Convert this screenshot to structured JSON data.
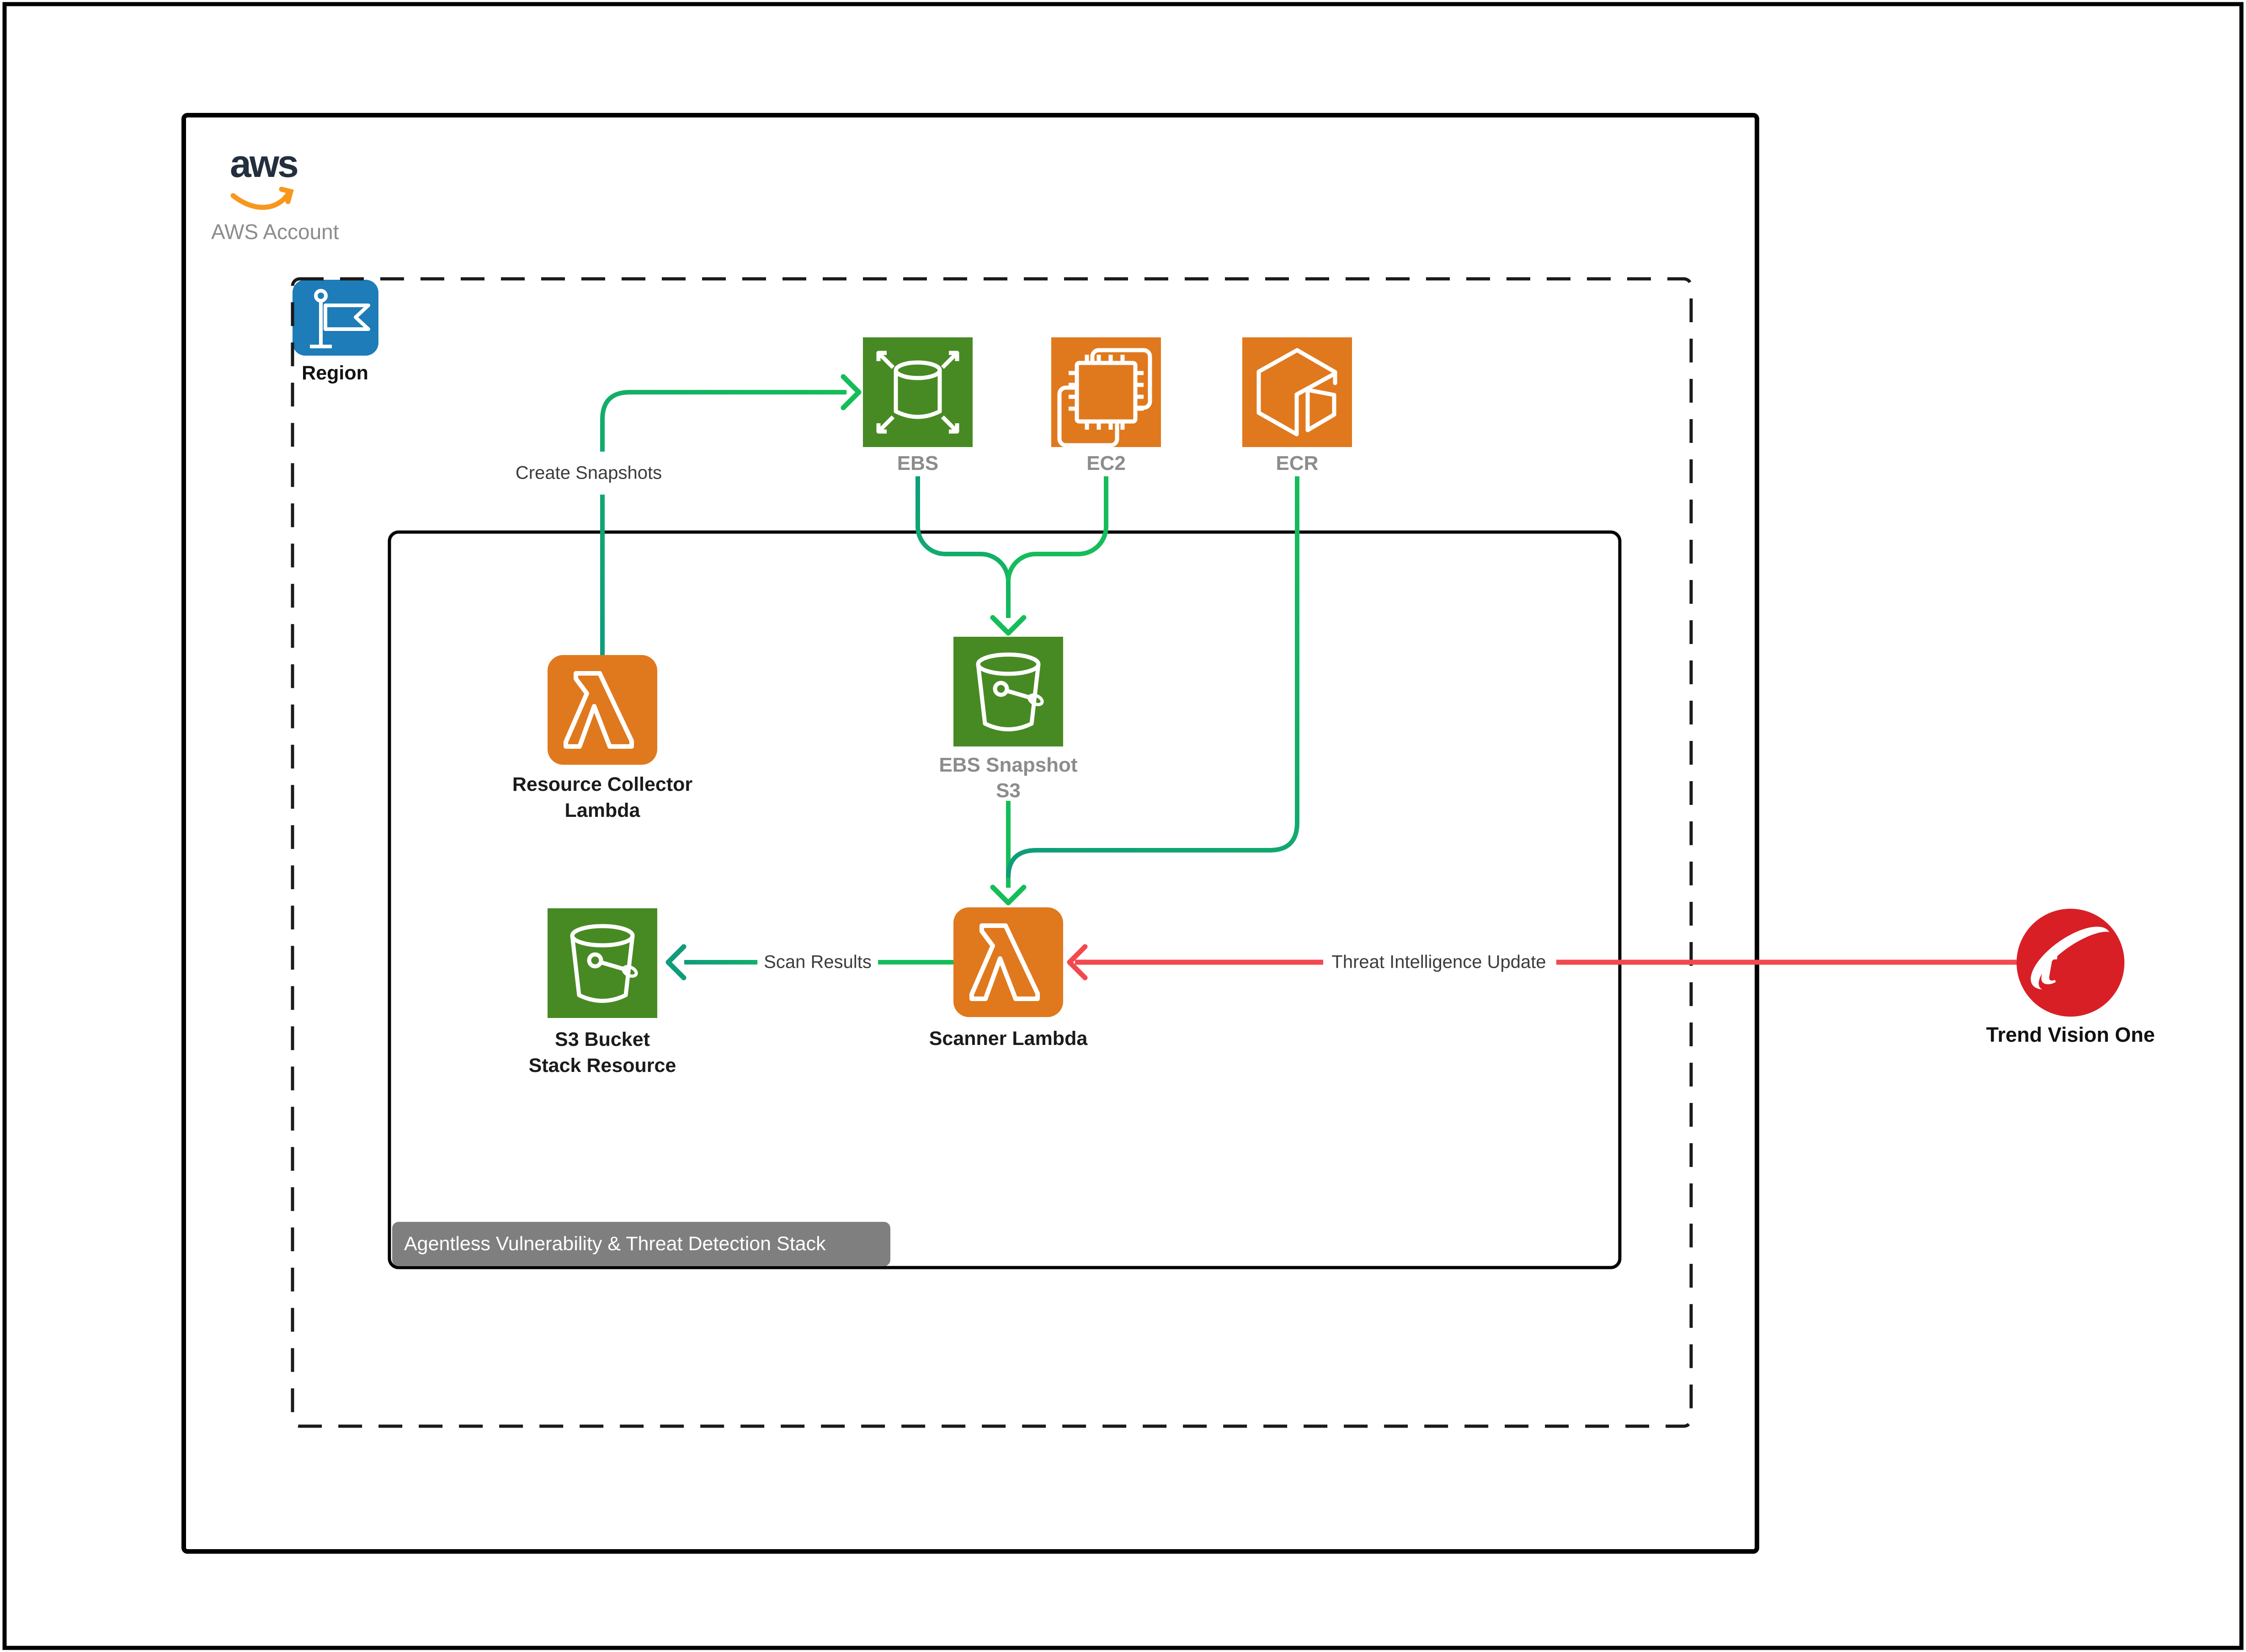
{
  "diagram": {
    "aws_logo_text": "aws",
    "account_label": "AWS Account",
    "region_label": "Region",
    "stack_label": "Agentless Vulnerability & Threat Detection Stack",
    "nodes": {
      "ebs": {
        "label": "EBS"
      },
      "ec2": {
        "label": "EC2"
      },
      "ecr": {
        "label": "ECR"
      },
      "resource_collector": {
        "label_line1": "Resource Collector",
        "label_line2": "Lambda"
      },
      "ebs_snapshot_s3": {
        "label_line1": "EBS Snapshot",
        "label_line2": "S3"
      },
      "scanner": {
        "label": "Scanner Lambda"
      },
      "s3_bucket": {
        "label_line1": "S3 Bucket",
        "label_line2": "Stack Resource"
      },
      "trend_vision_one": {
        "label": "Trend Vision One",
        "logo_glyph": "t"
      }
    },
    "edges": {
      "create_snapshots": {
        "label": "Create Snapshots"
      },
      "scan_results": {
        "label": "Scan Results"
      },
      "threat_intel": {
        "label": "Threat Intelligence Update"
      }
    },
    "colors": {
      "tile_green": "#478A23",
      "tile_orange": "#E0791D",
      "region_blue": "#1E7CB8",
      "line_green": "#15BD59",
      "line_teal": "#0F9C7B",
      "line_red": "#F2494F",
      "trend_red": "#D81F26",
      "badge_gray": "#7F7F7F",
      "label_gray": "#8C8C8C",
      "aws_dark": "#232F3E",
      "aws_orange": "#F7981D"
    }
  }
}
